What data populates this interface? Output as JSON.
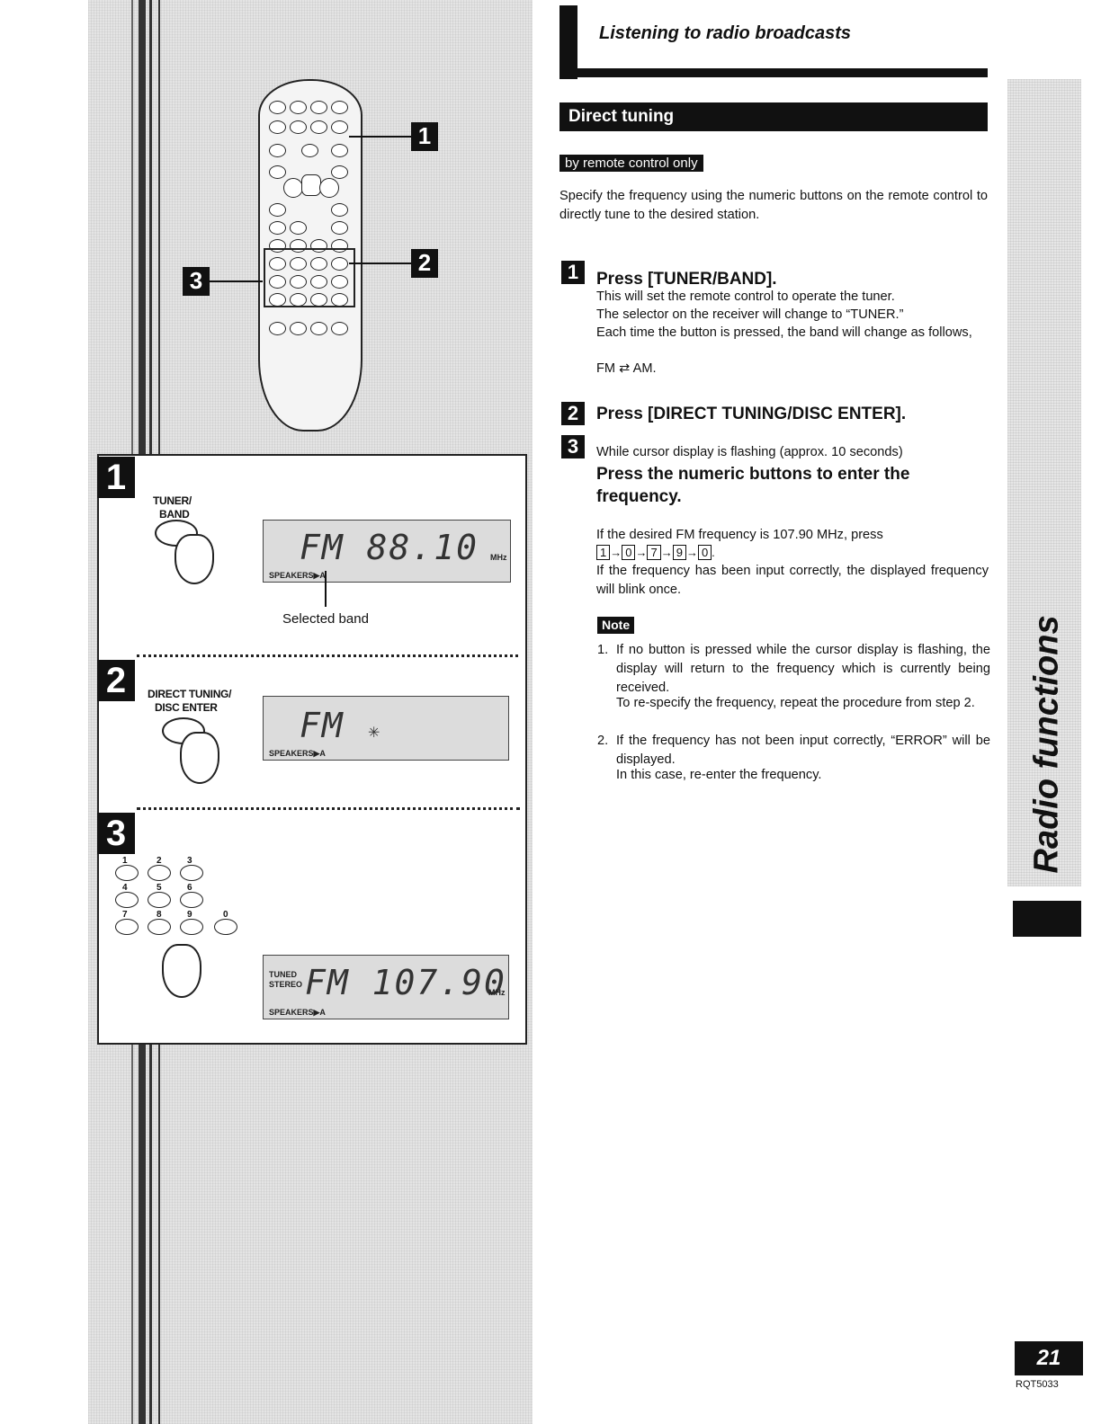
{
  "header": {
    "title": "Listening to radio broadcasts"
  },
  "section": {
    "title": "Direct tuning",
    "badge": "by remote control only"
  },
  "intro": "Specify the frequency using the numeric buttons on the remote control to directly tune to the desired station.",
  "steps": [
    {
      "num": "1",
      "title": "Press [TUNER/BAND].",
      "lines": [
        "This will set the remote control to operate the tuner.",
        "The selector on the receiver will change to “TUNER.”",
        "Each time the button is pressed, the band will change as follows,"
      ],
      "band_seq": "FM ⇄ AM."
    },
    {
      "num": "2",
      "title": "Press [DIRECT TUNING/DISC ENTER]."
    },
    {
      "num": "3",
      "pre": "While cursor display is flashing (approx. 10 seconds)",
      "title": "Press the numeric buttons to enter the frequency.",
      "example": "If the desired FM frequency is 107.90 MHz, press",
      "key_seq": [
        "1",
        "0",
        "7",
        "9",
        "0"
      ],
      "result": "If the frequency has been input correctly, the displayed frequency will blink once."
    }
  ],
  "note": {
    "label": "Note",
    "items": [
      {
        "num": "1.",
        "text": "If no button is pressed while the cursor display is flashing, the display will return to the frequency which is currently being received.",
        "extra": "To re-specify the frequency, repeat the procedure from step 2."
      },
      {
        "num": "2.",
        "text": "If the frequency has not been input correctly, “ERROR” will be displayed.",
        "extra": "In this case, re-enter the frequency."
      }
    ]
  },
  "illustration": {
    "callouts": [
      "1",
      "2",
      "3"
    ],
    "step1": {
      "button_label_1": "TUNER/",
      "button_label_2": "BAND",
      "display": "FM   88.10",
      "unit": "MHz",
      "speakers": "SPEAKERS▶A",
      "caption": "Selected band"
    },
    "step2": {
      "button_label_1": "DIRECT TUNING/",
      "button_label_2": "DISC ENTER",
      "display": "FM",
      "speakers": "SPEAKERS▶A"
    },
    "step3": {
      "digits": [
        "1",
        "2",
        "3",
        "4",
        "5",
        "6",
        "7",
        "8",
        "9",
        "0"
      ],
      "display": "FM  107.90",
      "unit": "MHz",
      "tuned": "TUNED",
      "stereo": "STEREO",
      "speakers": "SPEAKERS▶A"
    }
  },
  "side_tab": {
    "label": "Radio functions"
  },
  "footer": {
    "page": "21",
    "code": "RQT5033"
  }
}
